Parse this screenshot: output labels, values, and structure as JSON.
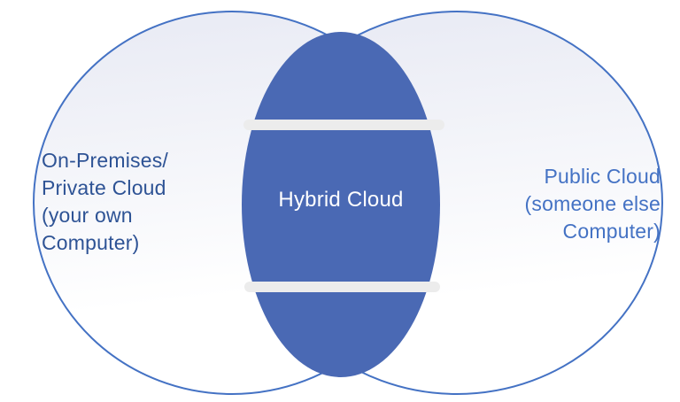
{
  "colors": {
    "background": "#ffffff",
    "circle_stroke": "#4472c4",
    "circle_fill_top": "#e8eaf4",
    "circle_fill_mid": "#f5f6fa",
    "circle_fill_bottom": "#ffffff",
    "hybrid_fill": "#4a69b4",
    "stripe": "#ececec",
    "left_label_color": "#2e5395",
    "right_label_color": "#4472c4",
    "hybrid_label_color": "#ffffff"
  },
  "diagram": {
    "type": "venn",
    "left_region": {
      "label": "On-Premises/\nPrivate Cloud\n(your own\nComputer)"
    },
    "overlap_region": {
      "label": "Hybrid Cloud"
    },
    "right_region": {
      "label": "Public Cloud\n(someone else\nComputer)"
    }
  }
}
